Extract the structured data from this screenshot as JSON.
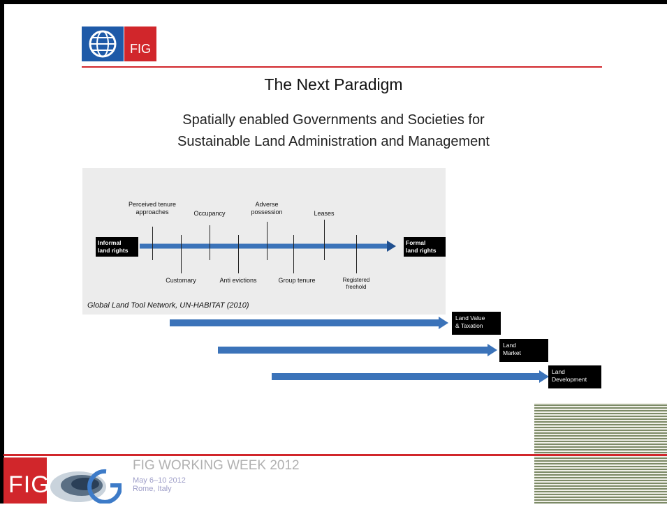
{
  "header": {
    "title": "The Next Paradigm",
    "subtitle_line1": "Spatially enabled Governments and Societies for",
    "subtitle_line2": "Sustainable Land Administration and Management",
    "logo_text": "FIG"
  },
  "continuum": {
    "start_label_line1": "Informal",
    "start_label_line2": "land rights",
    "end_label_line1": "Formal",
    "end_label_line2": "land rights",
    "top_labels": [
      {
        "line1": "Perceived tenure",
        "line2": "approaches"
      },
      {
        "line1": "Occupancy",
        "line2": ""
      },
      {
        "line1": "Adverse",
        "line2": "possession"
      },
      {
        "line1": "Leases",
        "line2": ""
      }
    ],
    "bottom_labels": [
      {
        "line1": "Customary",
        "line2": ""
      },
      {
        "line1": "Anti evictions",
        "line2": ""
      },
      {
        "line1": "Group tenure",
        "line2": ""
      },
      {
        "line1": "Registered",
        "line2": "freehold"
      }
    ],
    "credit": "Global Land Tool Network, UN-HABITAT (2010)"
  },
  "callouts": [
    {
      "line1": "Land Value",
      "line2": "& Taxation"
    },
    {
      "line1": "Land",
      "line2": "Market"
    },
    {
      "line1": "Land",
      "line2": "Development"
    }
  ],
  "footer": {
    "logo_text": "FIG",
    "event": "FIG WORKING WEEK 2012",
    "dates": "May 6–10 2012",
    "place": "Rome, Italy"
  },
  "colors": {
    "accent_red": "#d1262b",
    "arrow_blue": "#3b73b9",
    "world_bank_blue": "#1e5aa8"
  }
}
